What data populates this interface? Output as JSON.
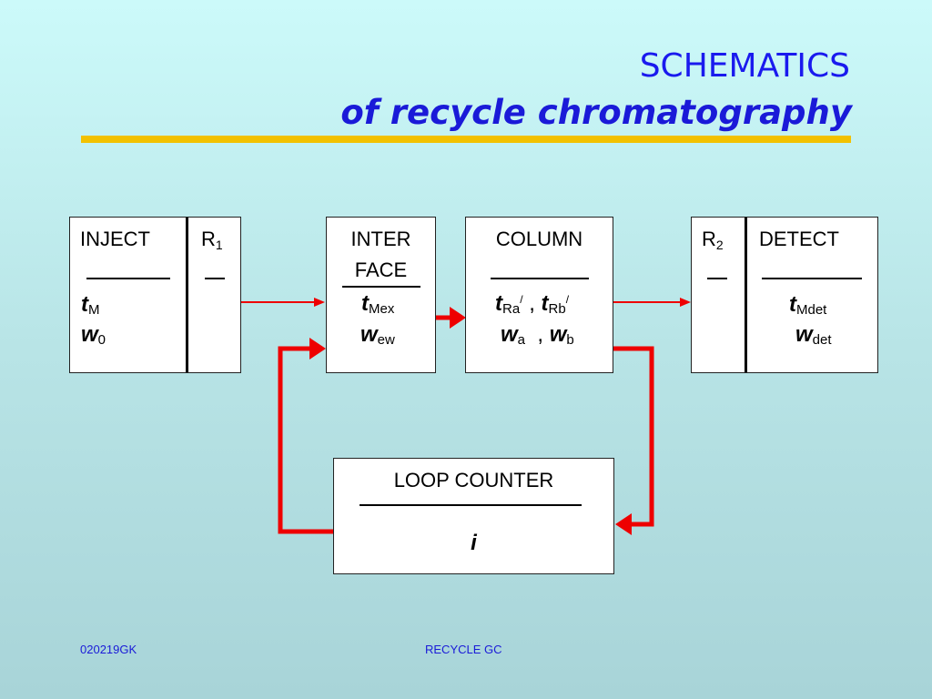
{
  "title": {
    "line1": "SCHEMATICS",
    "line2": "of recycle chromatography"
  },
  "inject": {
    "label": "INJECT",
    "r_label": "R",
    "r_sub": "1",
    "sym1": "t",
    "sym1_sub": "M",
    "sym2": "w",
    "sym2_sub": "0"
  },
  "interface": {
    "label1": "INTER",
    "label2": "FACE",
    "sym1": "t",
    "sym1_sub": "Mex",
    "sym2": "w",
    "sym2_sub": "ew"
  },
  "column": {
    "label": "COLUMN",
    "t_a": "t",
    "t_a_sub": "Ra",
    "t_b": "t",
    "t_b_sub": "Rb",
    "prime": "/",
    "sep": ",",
    "w_a": "w",
    "w_a_sub": "a",
    "w_b": "w",
    "w_b_sub": "b"
  },
  "detect": {
    "label": "DETECT",
    "r_label": "R",
    "r_sub": "2",
    "sym1": "t",
    "sym1_sub": "Mdet",
    "sym2": "w",
    "sym2_sub": "det"
  },
  "loop": {
    "label": "LOOP COUNTER",
    "var": "i"
  },
  "footer": {
    "left": "020219GK",
    "center": "RECYCLE GC"
  },
  "colors": {
    "title": "#1a1aee",
    "rule": "#f2c100",
    "arrow": "#ee0000"
  }
}
